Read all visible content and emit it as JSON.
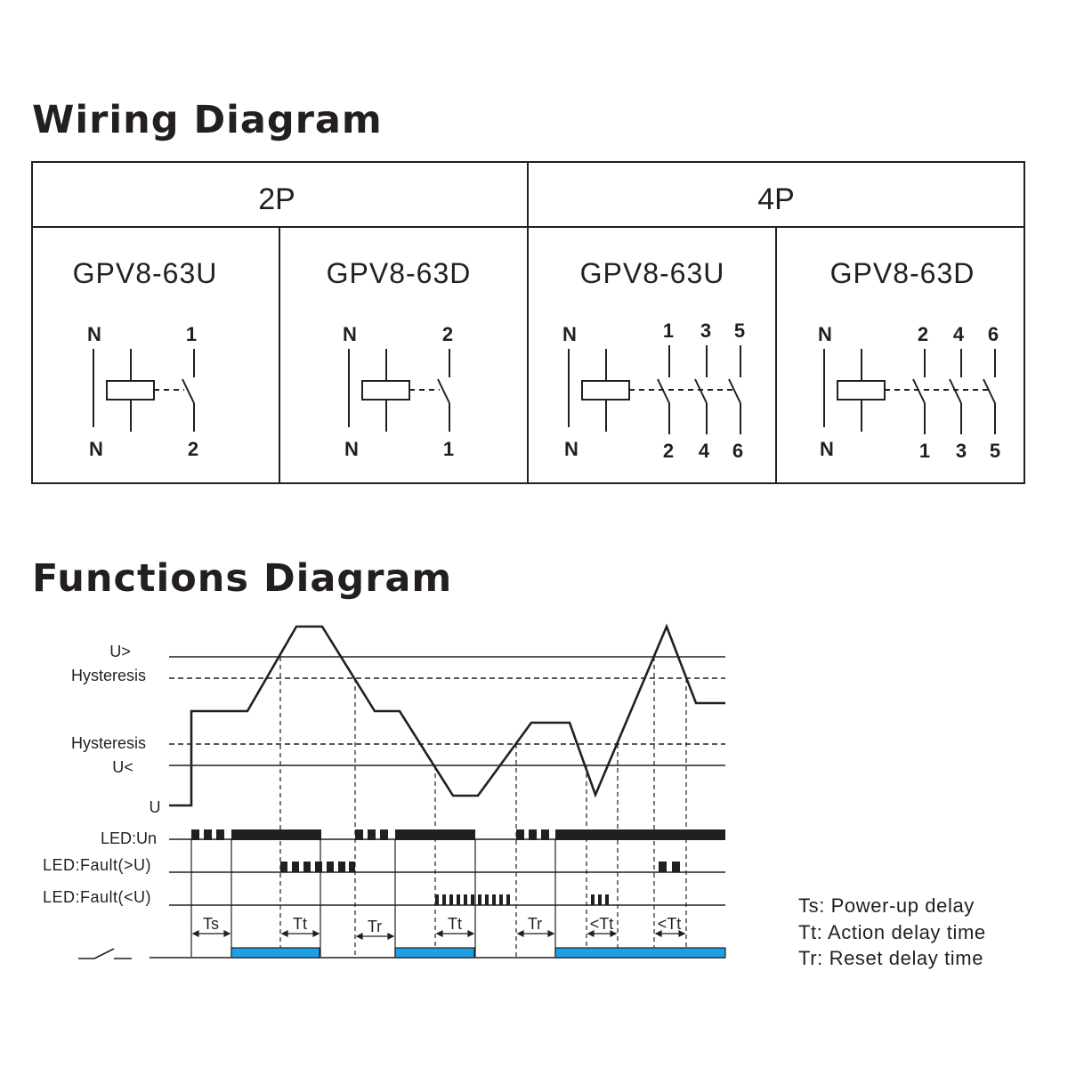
{
  "wiring": {
    "title": "Wiring Diagram",
    "groups": [
      {
        "label": "2P",
        "models": [
          {
            "name": "GPV8-63U",
            "top_left": "N",
            "bottom_left": "N",
            "top_contacts": [
              "1"
            ],
            "bottom_contacts": [
              "2"
            ]
          },
          {
            "name": "GPV8-63D",
            "top_left": "N",
            "bottom_left": "N",
            "top_contacts": [
              "2"
            ],
            "bottom_contacts": [
              "1"
            ]
          }
        ]
      },
      {
        "label": "4P",
        "models": [
          {
            "name": "GPV8-63U",
            "top_left": "N",
            "bottom_left": "N",
            "top_contacts": [
              "1",
              "3",
              "5"
            ],
            "bottom_contacts": [
              "2",
              "4",
              "6"
            ]
          },
          {
            "name": "GPV8-63D",
            "top_left": "N",
            "bottom_left": "N",
            "top_contacts": [
              "2",
              "4",
              "6"
            ],
            "bottom_contacts": [
              "1",
              "3",
              "5"
            ]
          }
        ]
      }
    ]
  },
  "functions": {
    "title": "Functions Diagram",
    "levels": {
      "u_over": "U>",
      "hyst_upper": "Hysteresis",
      "hyst_lower": "Hysteresis",
      "u_under": "U<",
      "u": "U"
    },
    "rows": {
      "led_un": "LED:Un",
      "led_fault_over": "LED:Fault(>U)",
      "led_fault_under": "LED:Fault(<U)"
    },
    "intervals": [
      "Ts",
      "Tt",
      "Tr",
      "Tt",
      "Tr",
      "<Tt",
      "<Tt"
    ],
    "legend": [
      {
        "key": "Ts",
        "desc": "Power-up delay"
      },
      {
        "key": "Tt",
        "desc": "Action delay time"
      },
      {
        "key": "Tr",
        "desc": "Reset delay time"
      }
    ],
    "relay_color": "#1ea0e6"
  }
}
